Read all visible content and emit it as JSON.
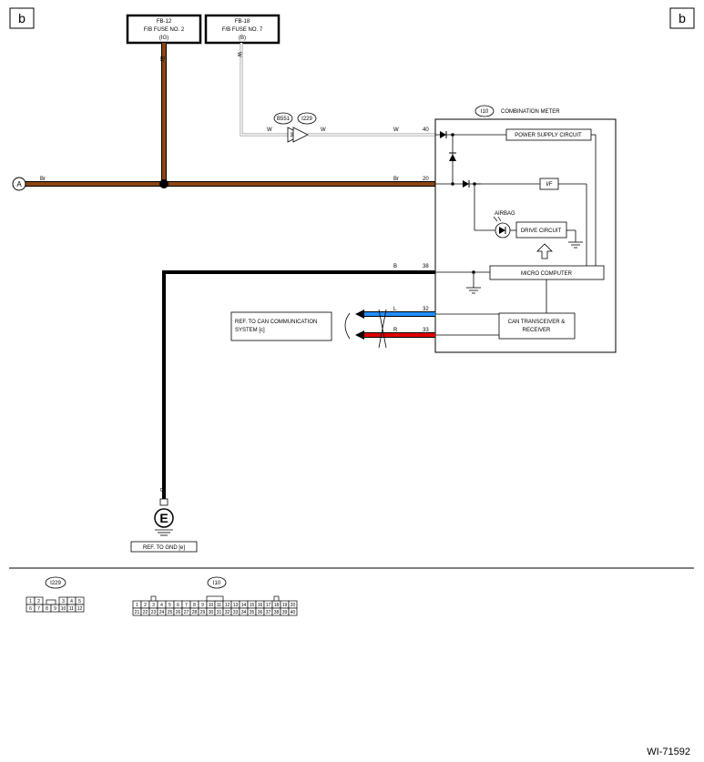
{
  "page_marks": {
    "left": "b",
    "right": "b"
  },
  "fuses": [
    {
      "line1": "FB-12",
      "line2": "F/B FUSE NO. 2",
      "line3": "(IG)",
      "wire": "Br"
    },
    {
      "line1": "FB-18",
      "line2": "F/B FUSE NO. 7",
      "line3": "(B)",
      "wire": "W"
    }
  ],
  "connector_a": "A",
  "connectors": {
    "b551": "B551",
    "b551_pin": "3",
    "i229": "I229",
    "i10": "I10"
  },
  "meter": {
    "title": "COMBINATION METER",
    "power_supply": "POWER SUPPLY CIRCUIT",
    "interface": "I/F",
    "airbag": "AIRBAG",
    "drive_circuit": "DRIVE CIRCUIT",
    "micro_computer": "MICRO COMPUTER",
    "can_line1": "CAN TRANSCEIVER &",
    "can_line2": "RECEIVER"
  },
  "wires": {
    "w_left": "W",
    "w_mid": "W",
    "w_right": "W",
    "br_left": "Br",
    "br_right": "Br",
    "b_top": "B",
    "b_ground": "B",
    "l": "L",
    "r": "R"
  },
  "pins": {
    "p40": "40",
    "p20": "20",
    "p38": "38",
    "p32": "32",
    "p33": "33"
  },
  "can_ref_line1": "REF. TO CAN COMMUNICATION",
  "can_ref_line2": "SYSTEM [c]",
  "ground": {
    "symbol": "E",
    "ref": "REF. TO GND [e]"
  },
  "i229_pins": [
    "1",
    "2",
    "3",
    "4",
    "5",
    "6",
    "7",
    "8",
    "9",
    "10",
    "11",
    "12"
  ],
  "i10_pins": [
    "1",
    "2",
    "3",
    "4",
    "5",
    "6",
    "7",
    "8",
    "9",
    "10",
    "11",
    "12",
    "13",
    "14",
    "15",
    "16",
    "17",
    "18",
    "19",
    "20",
    "21",
    "22",
    "23",
    "24",
    "25",
    "26",
    "27",
    "28",
    "29",
    "30",
    "31",
    "32",
    "33",
    "34",
    "35",
    "36",
    "37",
    "38",
    "39",
    "40"
  ],
  "figure_id": "WI-71592",
  "colors": {
    "brown": "#8b4513",
    "blue": "#1e90ff",
    "red": "#e00000",
    "black": "#000000",
    "white_wire": "#bbbbbb"
  }
}
